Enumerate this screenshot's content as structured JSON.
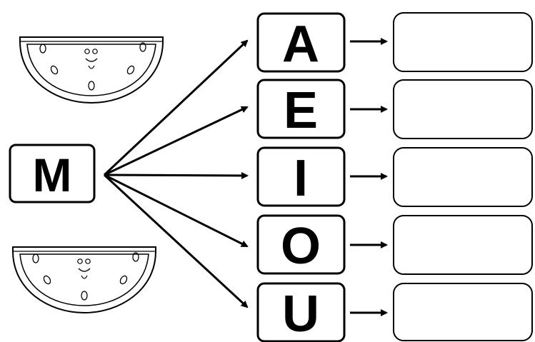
{
  "worksheet": {
    "consonant": "M",
    "vowels": [
      "A",
      "E",
      "I",
      "O",
      "U"
    ],
    "answers": [
      "",
      "",
      "",
      "",
      ""
    ]
  },
  "illustrations": [
    {
      "icon": "watermelon-slice-icon"
    },
    {
      "icon": "watermelon-slice-icon"
    }
  ],
  "colors": {
    "ink": "#000000",
    "paper": "#ffffff"
  }
}
